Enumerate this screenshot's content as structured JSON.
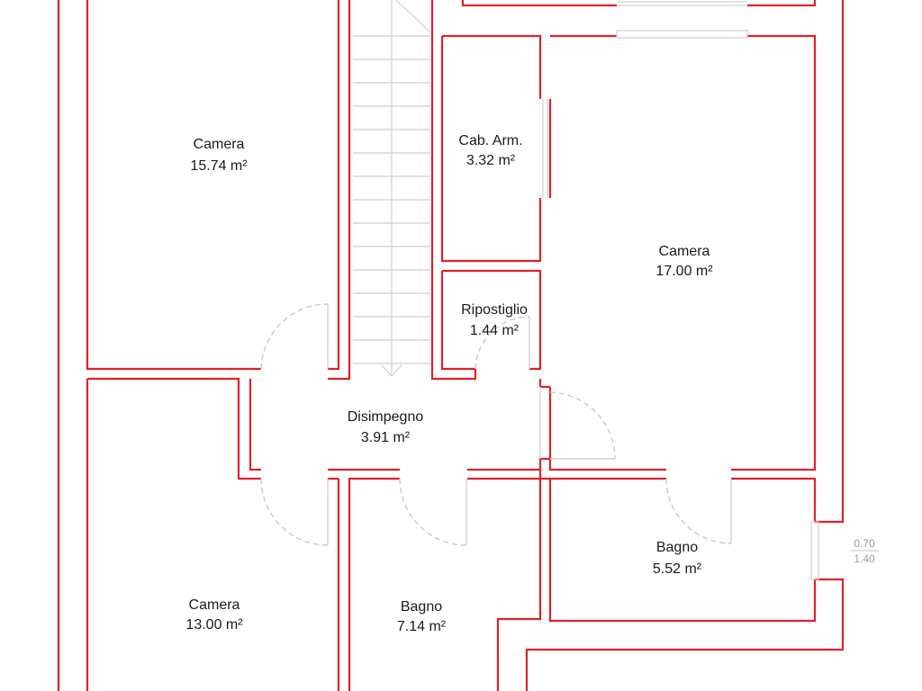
{
  "rooms": [
    {
      "name": "Camera",
      "area": "15.74 m²"
    },
    {
      "name": "Cab. Arm.",
      "area": "3.32 m²"
    },
    {
      "name": "Camera",
      "area": "17.00 m²"
    },
    {
      "name": "Ripostiglio",
      "area": "1.44 m²"
    },
    {
      "name": "Disimpegno",
      "area": "3.91 m²"
    },
    {
      "name": "Bagno",
      "area": "5.52 m²"
    },
    {
      "name": "Camera",
      "area": "13.00 m²"
    },
    {
      "name": "Bagno",
      "area": "7.14 m²"
    }
  ],
  "window_dimension": {
    "width": "0.70",
    "height": "1.40"
  },
  "colors": {
    "wall": "#e2202b",
    "fixture": "#cfcfcf",
    "text": "#1a1a1a"
  }
}
